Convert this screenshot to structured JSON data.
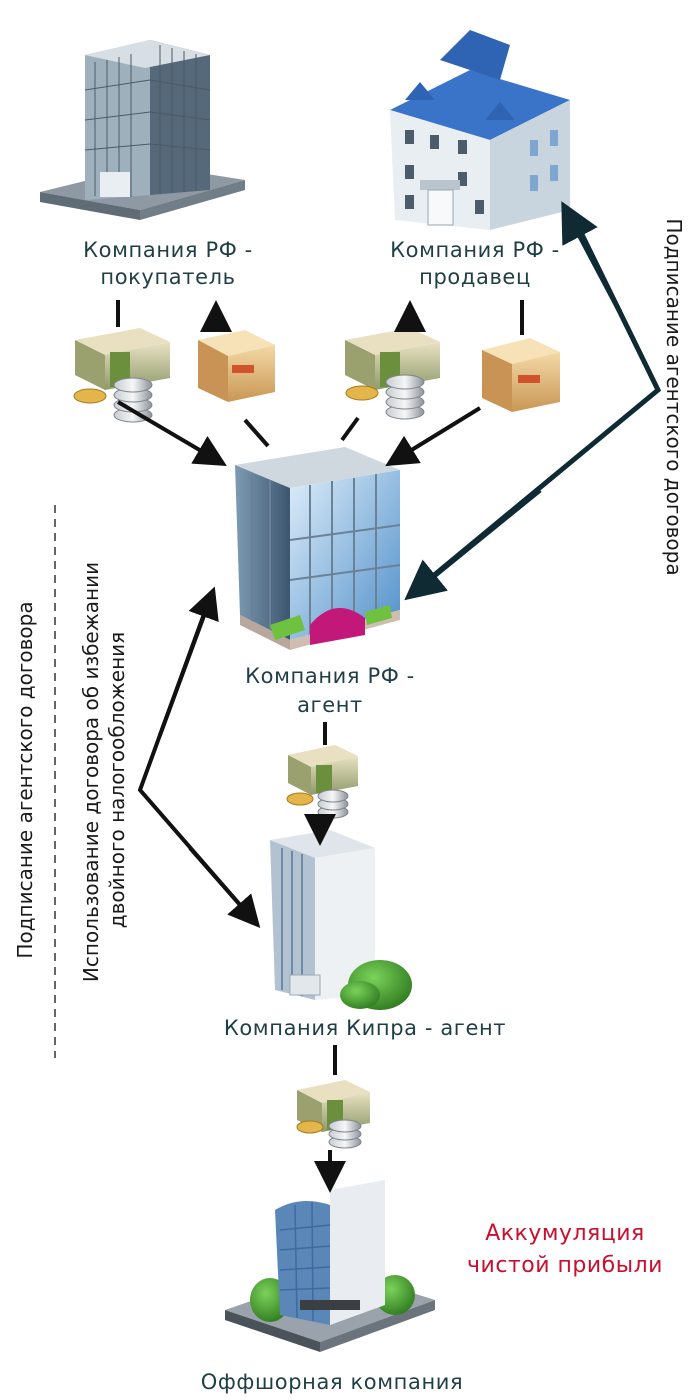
{
  "nodes": {
    "buyer": {
      "line1": "Компания РФ -",
      "line2": "покупатель"
    },
    "seller": {
      "line1": "Компания РФ -",
      "line2": "продавец"
    },
    "agent_rf": {
      "line1": "Компания РФ -",
      "line2": "агент"
    },
    "agent_cy": {
      "label": "Компания Кипра - агент"
    },
    "offshore": {
      "label": "Оффшорная компания"
    }
  },
  "side_labels": {
    "right": "Подписание агентского договора",
    "left_outer": "Подписание агентского договора",
    "left_inner_line1": "Использование договора об избежании",
    "left_inner_line2": "двойного налогообложения"
  },
  "note": {
    "line1": "Аккумуляция",
    "line2": "чистой прибыли"
  },
  "colors": {
    "label": "#1f3f45",
    "note": "#c8102e",
    "arrow_right": "#0f2a33",
    "arrow": "#111111"
  }
}
